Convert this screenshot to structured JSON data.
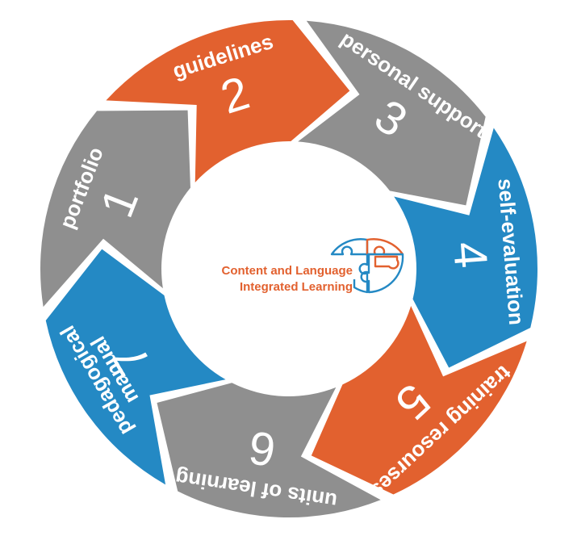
{
  "colors": {
    "gray": "#8f8f8f",
    "orange": "#e2612f",
    "blue": "#2489c4",
    "center_text": "#e2612f",
    "puzzle_blue": "#2489c4",
    "puzzle_orange": "#e2612f"
  },
  "center": {
    "title_line1": "Content and Language",
    "title_line2": "Integrated Learning"
  },
  "segments": [
    {
      "number": "1",
      "label": "portfolio",
      "label_lines": [],
      "color": "gray"
    },
    {
      "number": "2",
      "label": "guidelines",
      "label_lines": [],
      "color": "orange"
    },
    {
      "number": "3",
      "label": "personal support",
      "label_lines": [],
      "color": "gray"
    },
    {
      "number": "4",
      "label": "self-evaluation",
      "label_lines": [],
      "color": "blue"
    },
    {
      "number": "5",
      "label": "training resourses",
      "label_lines": [],
      "color": "orange"
    },
    {
      "number": "6",
      "label": "units of learning",
      "label_lines": [],
      "color": "gray"
    },
    {
      "number": "7",
      "label": "",
      "label_lines": [
        "pedagogical",
        "manual"
      ],
      "color": "blue"
    }
  ]
}
